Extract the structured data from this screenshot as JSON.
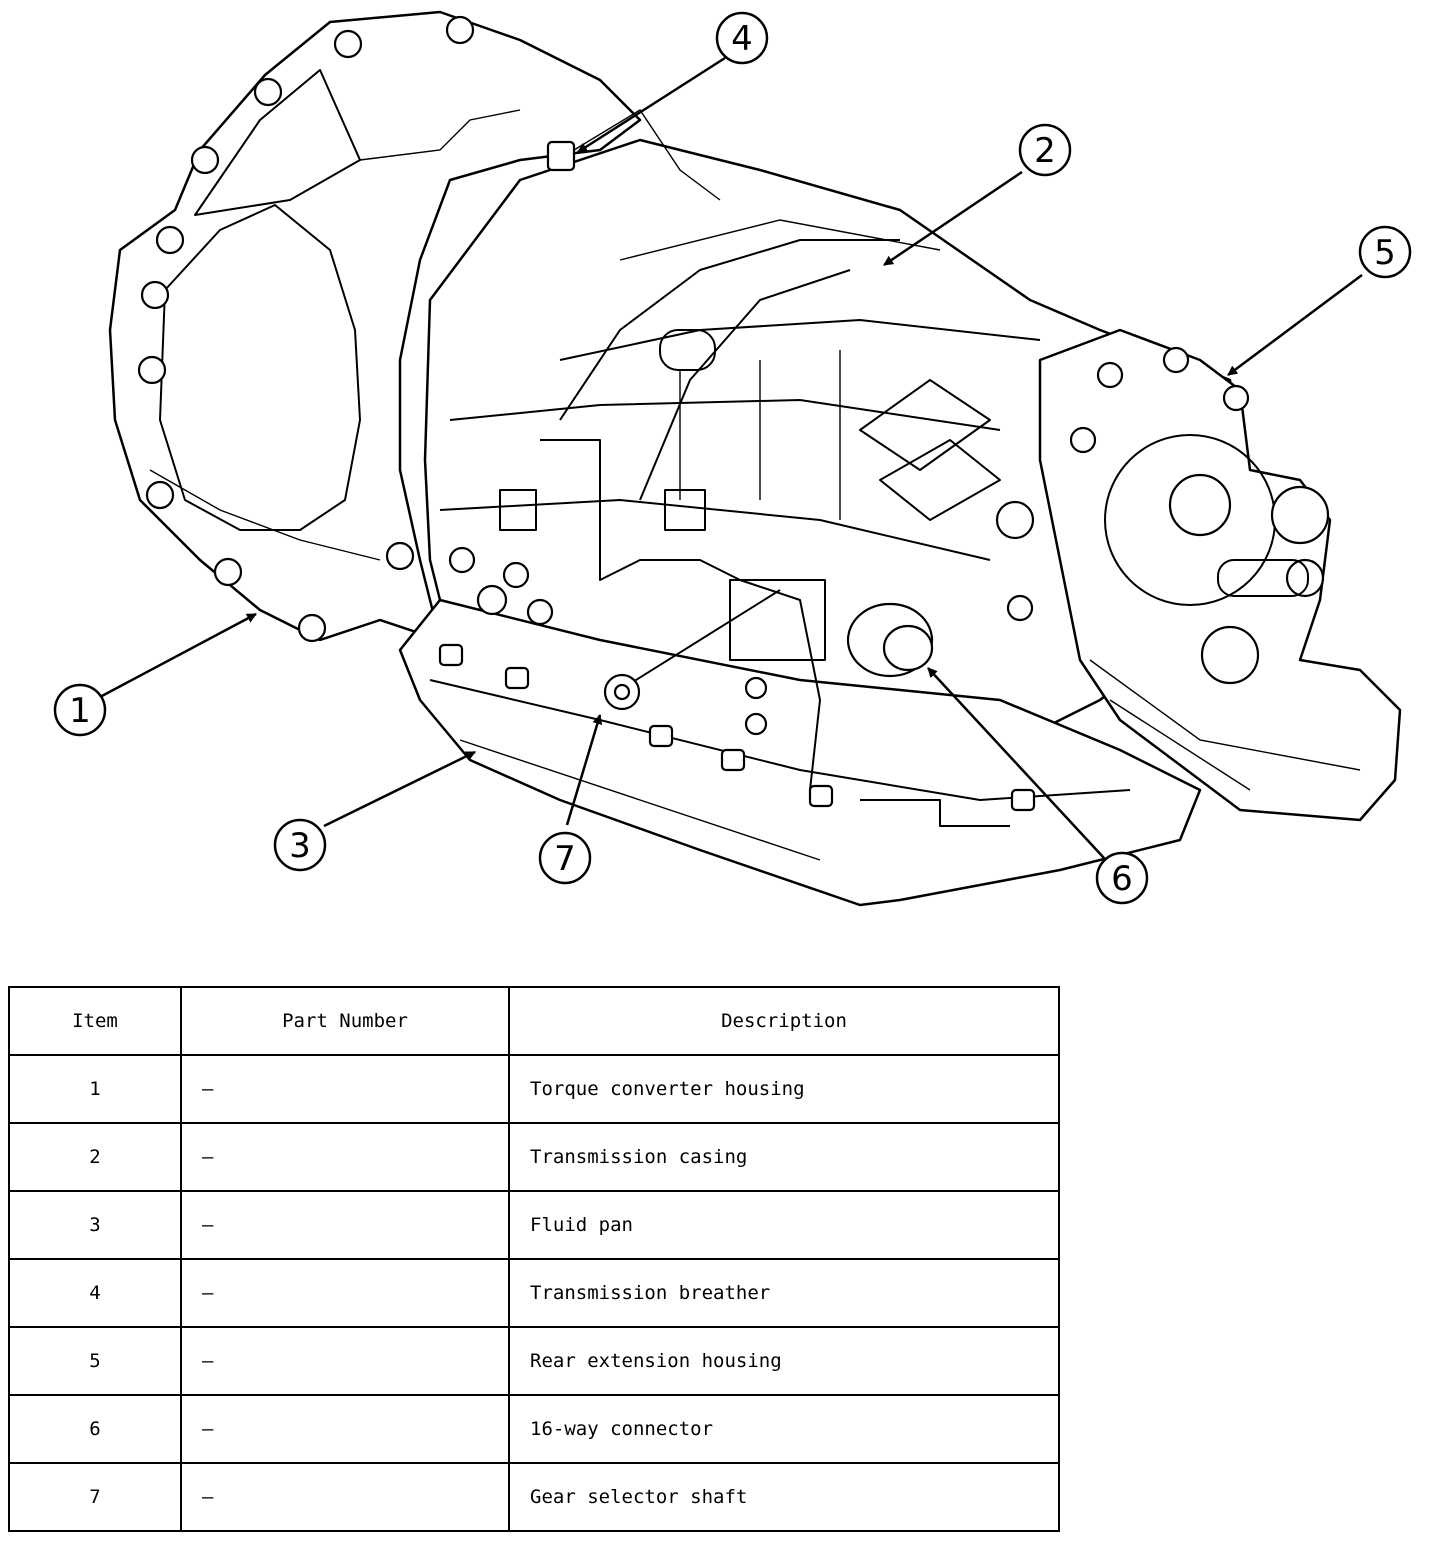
{
  "callouts": [
    "1",
    "2",
    "3",
    "4",
    "5",
    "6",
    "7"
  ],
  "table": {
    "headers": {
      "item": "Item",
      "part_number": "Part Number",
      "description": "Description"
    },
    "rows": [
      {
        "item": "1",
        "part_number": "—",
        "description": "Torque converter housing"
      },
      {
        "item": "2",
        "part_number": "—",
        "description": "Transmission casing"
      },
      {
        "item": "3",
        "part_number": "—",
        "description": "Fluid pan"
      },
      {
        "item": "4",
        "part_number": "—",
        "description": "Transmission breather"
      },
      {
        "item": "5",
        "part_number": "—",
        "description": "Rear extension housing"
      },
      {
        "item": "6",
        "part_number": "—",
        "description": "16-way connector"
      },
      {
        "item": "7",
        "part_number": "—",
        "description": "Gear selector shaft"
      }
    ]
  }
}
